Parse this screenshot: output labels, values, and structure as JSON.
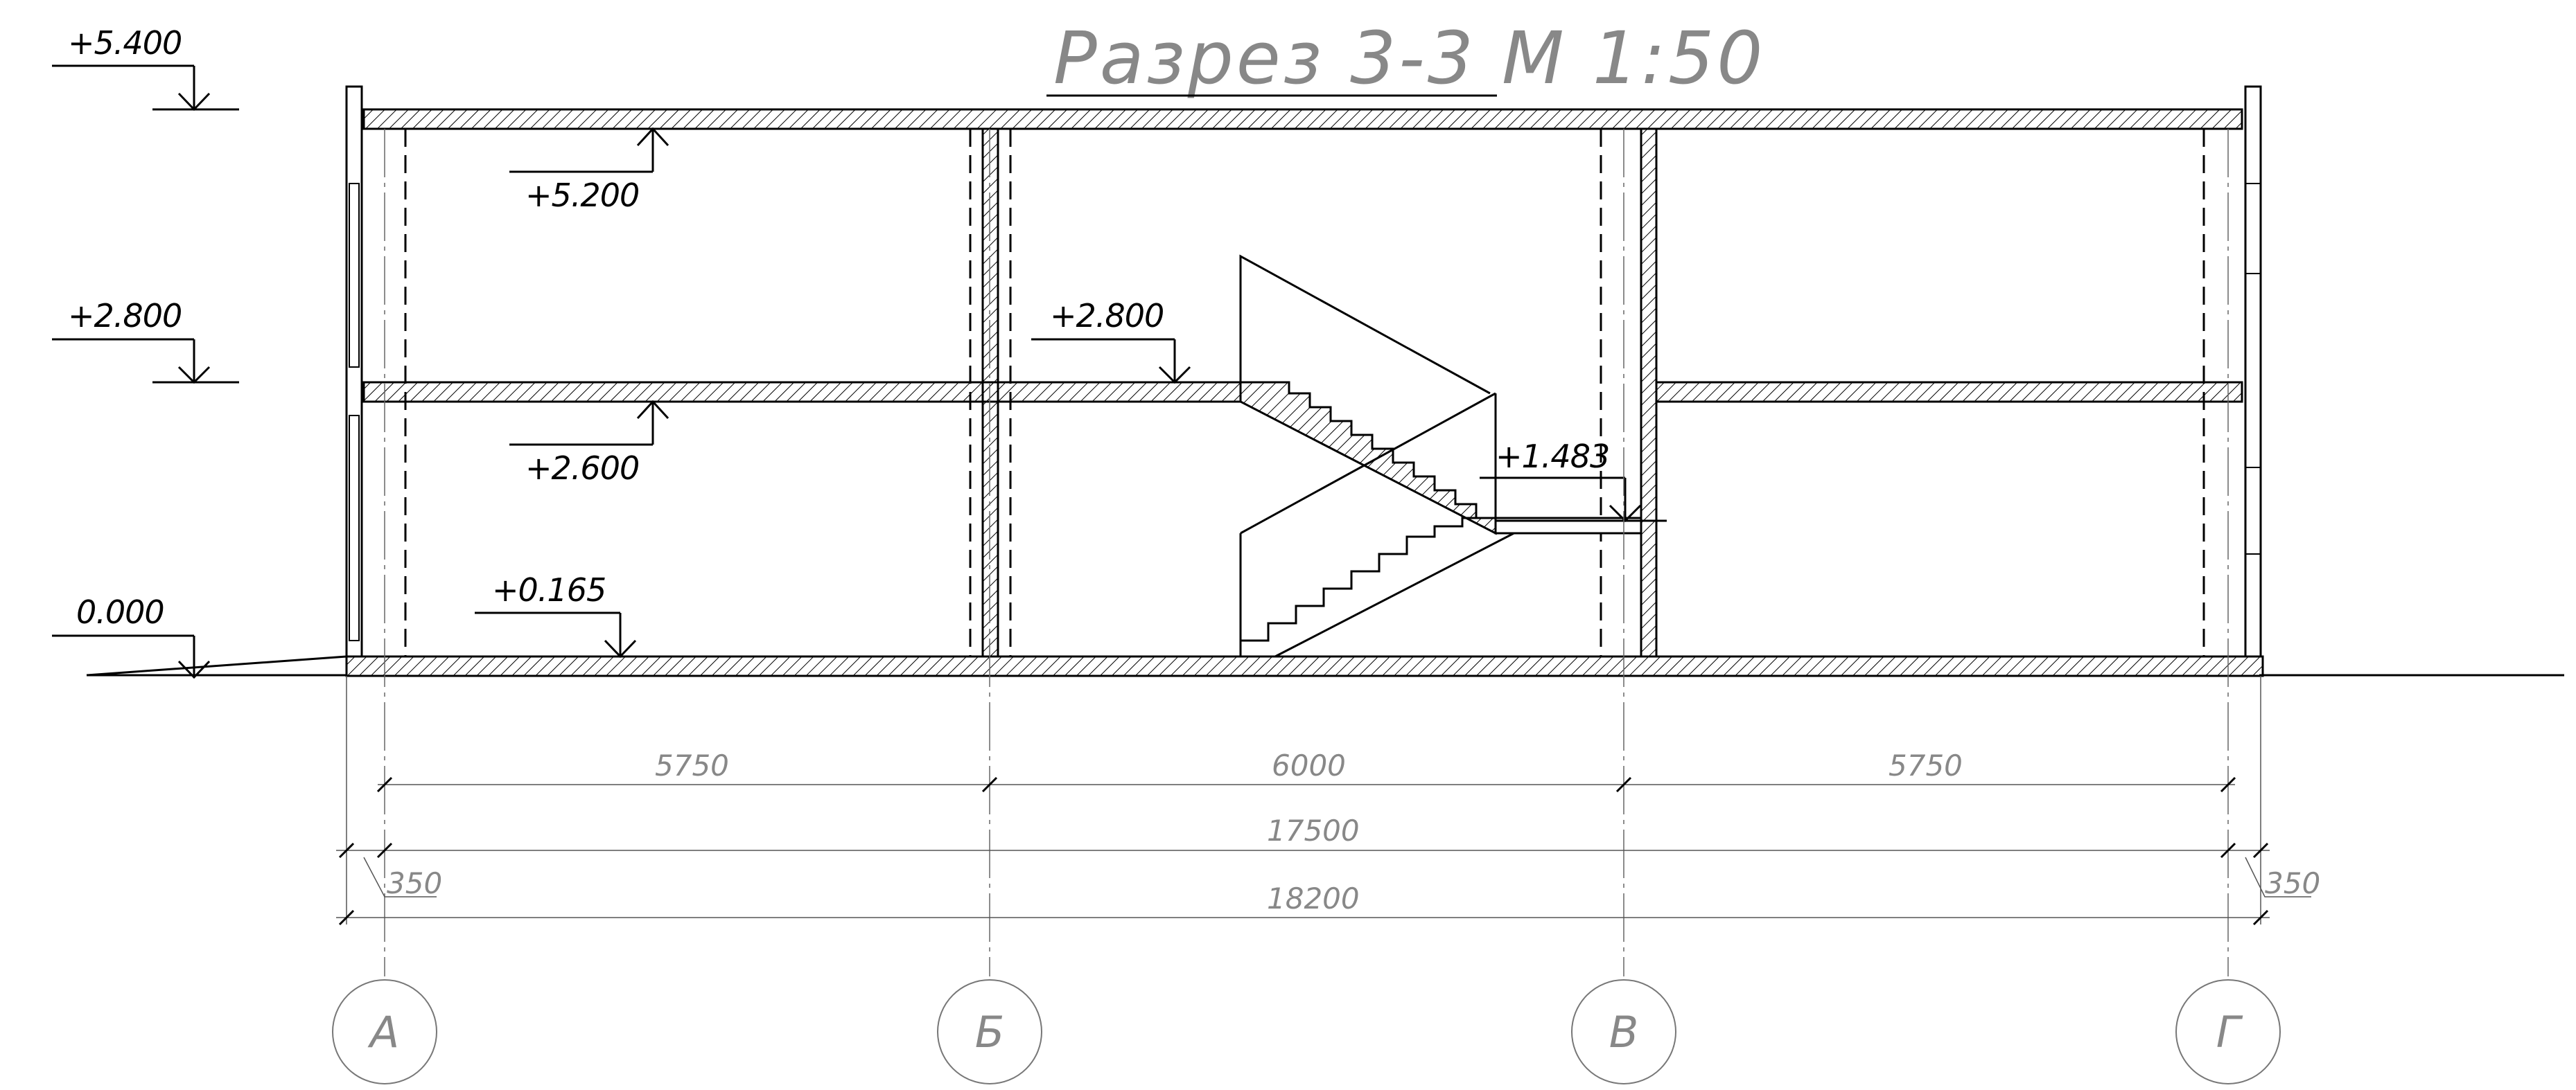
{
  "title": "Разрез 3-3  М 1:50",
  "levels": {
    "left_top": "+5.400",
    "left_mid": "+2.800",
    "left_ground": "0.000",
    "ceiling_top": "+5.200",
    "ceiling_mid": "+2.600",
    "floor_first": "+0.165",
    "stair_landing": "+2.800",
    "stair_mid": "+1.483"
  },
  "dimensions": {
    "span_a_b": "5750",
    "span_b_v": "6000",
    "span_v_g": "5750",
    "axes_total": "17500",
    "overall": "18200",
    "offset_left": "350",
    "offset_right": "350"
  },
  "axes": [
    "А",
    "Б",
    "В",
    "Г"
  ]
}
